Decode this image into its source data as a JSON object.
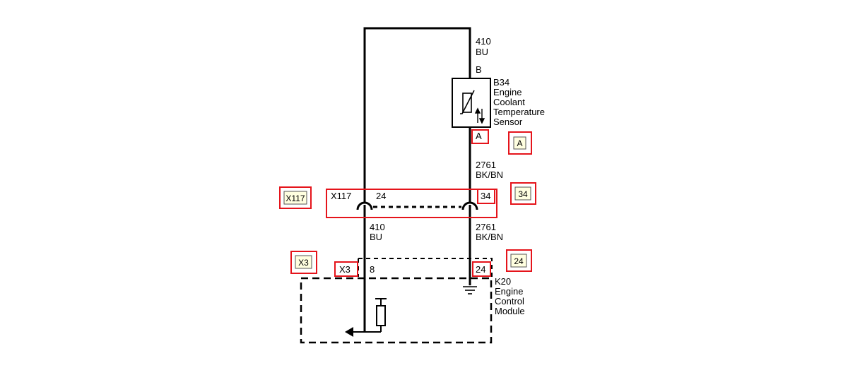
{
  "colors": {
    "wire": "#000000",
    "highlight": "#e5141b",
    "callout_bg": "#ffffe0"
  },
  "wires": {
    "left_top": {
      "circuit": "410",
      "color": "BU"
    },
    "right_top": {
      "circuit": "410",
      "color": "BU"
    },
    "right_mid": {
      "circuit": "2761",
      "color": "BK/BN"
    },
    "left_lower": {
      "circuit": "410",
      "color": "BU"
    },
    "right_lower": {
      "circuit": "2761",
      "color": "BK/BN"
    }
  },
  "sensor": {
    "pin_top": "B",
    "pin_bottom": "A",
    "ref": "B34",
    "name_lines": [
      "Engine",
      "Coolant",
      "Temperature",
      "Sensor"
    ]
  },
  "connector_x117": {
    "name": "X117",
    "pin_left": "24",
    "pin_right": "34"
  },
  "connector_x3": {
    "name": "X3",
    "pin_left": "8",
    "pin_right": "24"
  },
  "module": {
    "ref": "K20",
    "name_lines": [
      "Engine",
      "Control",
      "Module"
    ]
  },
  "callouts": {
    "a": "A",
    "p34": "34",
    "x117": "X117",
    "x3": "X3",
    "p24": "24"
  }
}
